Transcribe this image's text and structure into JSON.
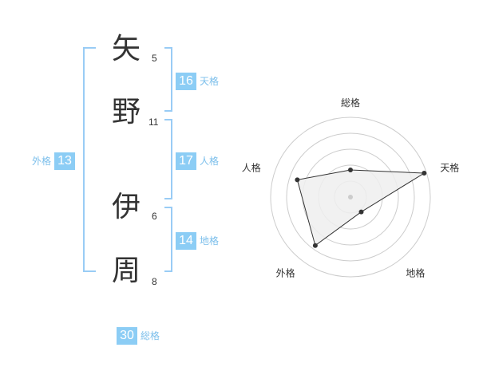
{
  "name": {
    "chars": [
      {
        "char": "矢",
        "strokes": "5"
      },
      {
        "char": "野",
        "strokes": "11"
      },
      {
        "char": "伊",
        "strokes": "6"
      },
      {
        "char": "周",
        "strokes": "8"
      }
    ]
  },
  "fortune": {
    "tenkaku": {
      "value": "16",
      "label": "天格"
    },
    "jinkaku": {
      "value": "17",
      "label": "人格"
    },
    "chikaku": {
      "value": "14",
      "label": "地格"
    },
    "gaikaku": {
      "value": "13",
      "label": "外格"
    },
    "soukaku": {
      "value": "30",
      "label": "総格"
    }
  },
  "colors": {
    "bracket": "#99ccf5",
    "badge_bg": "#8ccdf5",
    "badge_label": "#7cbfeb",
    "radar_fill": "#eeeeee",
    "radar_line": "#333333",
    "grid": "#cccccc"
  },
  "chart_data": {
    "type": "radar",
    "axes": [
      "総格",
      "天格",
      "地格",
      "外格",
      "人格"
    ],
    "values": [
      0.34,
      0.97,
      0.23,
      0.75,
      0.7
    ],
    "range": [
      0,
      1
    ],
    "rings": 5
  }
}
